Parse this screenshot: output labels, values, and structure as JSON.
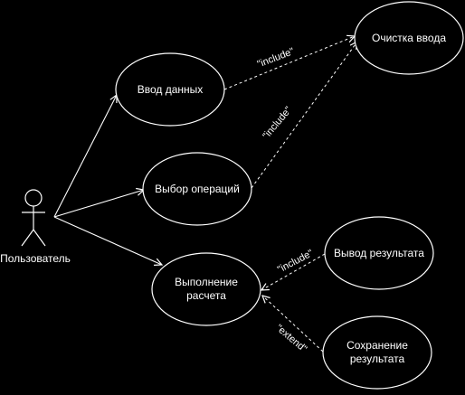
{
  "colors": {
    "background": "#000000",
    "stroke": "#ffffff",
    "text": "#ffffff"
  },
  "actor": {
    "label": "Пользователь"
  },
  "use_cases": {
    "input": {
      "label": "Ввод данных"
    },
    "clear": {
      "label": "Очистка ввода"
    },
    "select_op": {
      "label": "Выбор операций"
    },
    "calc": {
      "line1": "Выполнение",
      "line2": "расчета"
    },
    "output": {
      "label": "Вывод результата"
    },
    "save": {
      "line1": "Сохранение",
      "line2": "результата"
    }
  },
  "relations": {
    "include_input_clear": "\"include\"",
    "include_select_clear": "\"include\"",
    "include_output_calc": "\"include\"",
    "extend_save_calc": "\"extend\""
  }
}
